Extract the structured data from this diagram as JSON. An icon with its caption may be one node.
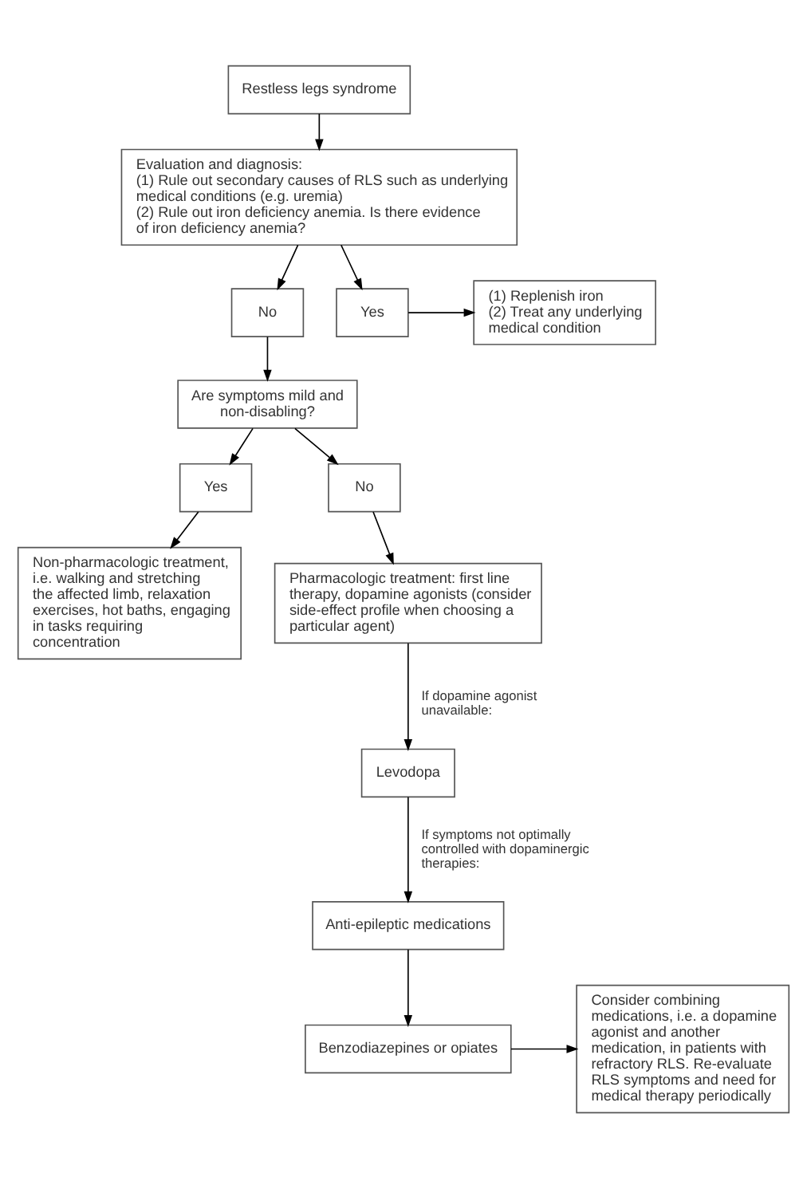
{
  "diagram": {
    "nodes": [
      {
        "text": [
          "Restless legs syndrome"
        ]
      },
      {
        "text": [
          "Evaluation and diagnosis:",
          "(1) Rule out secondary causes of RLS such as underlying medical conditions (e.g. uremia)",
          "(2) Rule out iron deficiency anemia. Is there evidence of iron deficiency anemia?"
        ]
      },
      {
        "text": [
          "No"
        ]
      },
      {
        "text": [
          "Yes"
        ]
      },
      {
        "text": [
          "(1) Replenish iron",
          "(2) Treat any underlying medical condition"
        ]
      },
      {
        "text": [
          "Are symptoms mild and non-disabling?"
        ]
      },
      {
        "text": [
          "Yes"
        ]
      },
      {
        "text": [
          "No"
        ]
      },
      {
        "text": [
          "Non-pharmacologic treatment, i.e. walking and stretching the affected limb, relaxation exercises, hot baths, engaging in tasks requiring concentration"
        ]
      },
      {
        "text": [
          "Pharmacologic treatment: first line therapy, dopamine agonists (consider side-effect profile when choosing a particular agent)"
        ]
      },
      {
        "text": [
          "Levodopa"
        ]
      },
      {
        "text": [
          "Anti-epileptic medications"
        ]
      },
      {
        "text": [
          "Benzodiazepines or opiates"
        ]
      },
      {
        "text": [
          "Consider combining medications, i.e. a dopamine agonist and another medication, in patients with refractory RLS. Re-evaluate RLS symptoms and need for medical therapy periodically"
        ]
      }
    ],
    "edges": [
      {
        "from": 0,
        "to": 1,
        "arrow": "to"
      },
      {
        "from": 1,
        "to": 2,
        "arrow": "to"
      },
      {
        "from": 1,
        "to": 3,
        "arrow": "to"
      },
      {
        "from": 3,
        "to": 4,
        "arrow": "to"
      },
      {
        "from": 2,
        "to": 5,
        "arrow": "to"
      },
      {
        "from": 5,
        "to": 6,
        "arrow": "to"
      },
      {
        "from": 5,
        "to": 7,
        "arrow": "to"
      },
      {
        "from": 6,
        "to": 8,
        "arrow": "to"
      },
      {
        "from": 7,
        "to": 9,
        "arrow": "to"
      },
      {
        "from": 9,
        "to": 10,
        "label": "If dopamine agonist unavailable:",
        "arrow": "to"
      },
      {
        "from": 10,
        "to": 11,
        "label": "If symptoms not optimally controlled with dopaminergic therapies:",
        "arrow": "to"
      },
      {
        "from": 11,
        "to": 12,
        "arrow": "to"
      },
      {
        "from": 12,
        "to": 13,
        "arrow": "to"
      }
    ]
  }
}
